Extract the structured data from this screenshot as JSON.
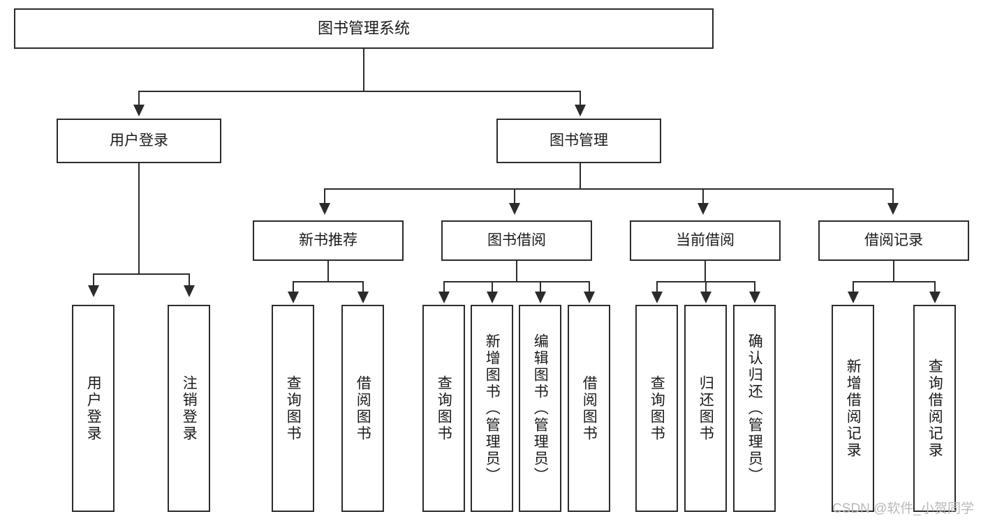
{
  "diagram": {
    "type": "tree",
    "title": "图书管理系统",
    "watermark": "CSDN @软件_小贺同学",
    "colors": {
      "stroke": "#2b2b2b",
      "fill": "#ffffff",
      "text": "#1a1a1a",
      "watermark": "#b9b9b9"
    },
    "nodes": {
      "root": {
        "label": "图书管理系统"
      },
      "level1": [
        {
          "id": "user-login",
          "label": "用户登录"
        },
        {
          "id": "book-manage",
          "label": "图书管理"
        }
      ],
      "level2": [
        {
          "id": "new-book-rec",
          "label": "新书推荐"
        },
        {
          "id": "book-borrow",
          "label": "图书借阅"
        },
        {
          "id": "current-borrow",
          "label": "当前借阅"
        },
        {
          "id": "borrow-record",
          "label": "借阅记录"
        }
      ],
      "leaves": {
        "user-login": [
          {
            "id": "leaf-user-login",
            "label": "用户登录"
          },
          {
            "id": "leaf-logout",
            "label": "注销登录"
          }
        ],
        "new-book-rec": [
          {
            "id": "leaf-query-book-1",
            "label": "查询图书"
          },
          {
            "id": "leaf-borrow-book-1",
            "label": "借阅图书"
          }
        ],
        "book-borrow": [
          {
            "id": "leaf-query-book-2",
            "label": "查询图书"
          },
          {
            "id": "leaf-add-book",
            "label": "新增图书（管理员）"
          },
          {
            "id": "leaf-edit-book",
            "label": "编辑图书（管理员）"
          },
          {
            "id": "leaf-borrow-book-2",
            "label": "借阅图书"
          }
        ],
        "current-borrow": [
          {
            "id": "leaf-query-book-3",
            "label": "查询图书"
          },
          {
            "id": "leaf-return-book",
            "label": "归还图书"
          },
          {
            "id": "leaf-confirm-return",
            "label": "确认归还（管理员）"
          }
        ],
        "borrow-record": [
          {
            "id": "leaf-add-record",
            "label": "新增借阅记录"
          },
          {
            "id": "leaf-query-record",
            "label": "查询借阅记录"
          }
        ]
      }
    }
  }
}
